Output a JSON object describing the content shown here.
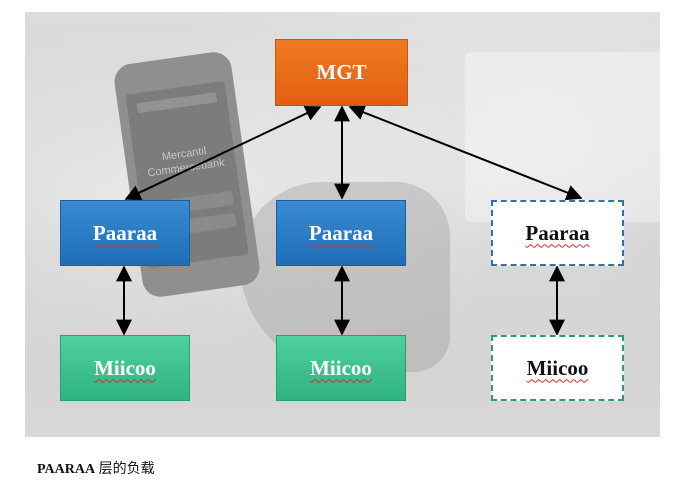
{
  "diagram": {
    "nodes": [
      {
        "id": "mgt",
        "label": "MGT",
        "style": "solid-orange"
      },
      {
        "id": "paaraa-1",
        "label": "Paaraa",
        "style": "solid-blue"
      },
      {
        "id": "paaraa-2",
        "label": "Paaraa",
        "style": "solid-blue"
      },
      {
        "id": "paaraa-3",
        "label": "Paaraa",
        "style": "dashed-blue"
      },
      {
        "id": "miicoo-1",
        "label": "Miicoo",
        "style": "solid-green"
      },
      {
        "id": "miicoo-2",
        "label": "Miicoo",
        "style": "solid-green"
      },
      {
        "id": "miicoo-3",
        "label": "Miicoo",
        "style": "dashed-green"
      }
    ],
    "edges": [
      {
        "from": "mgt",
        "to": "paaraa-1",
        "direction": "both"
      },
      {
        "from": "mgt",
        "to": "paaraa-2",
        "direction": "both"
      },
      {
        "from": "mgt",
        "to": "paaraa-3",
        "direction": "both"
      },
      {
        "from": "paaraa-1",
        "to": "miicoo-1",
        "direction": "both"
      },
      {
        "from": "paaraa-2",
        "to": "miicoo-2",
        "direction": "both"
      },
      {
        "from": "paaraa-3",
        "to": "miicoo-3",
        "direction": "both"
      }
    ],
    "background_photo_text": [
      "Mercantil",
      "Commercebank"
    ]
  },
  "caption": {
    "bold_part": "PAARAA",
    "rest": " 层的负载"
  },
  "colors": {
    "mgt": "#e8661a",
    "paaraa": "#2a7cc6",
    "miicoo": "#3cc08e",
    "dashed_blue_border": "#2e6fb8",
    "dashed_green_border": "#2f9a73",
    "arrow": "#000000"
  }
}
